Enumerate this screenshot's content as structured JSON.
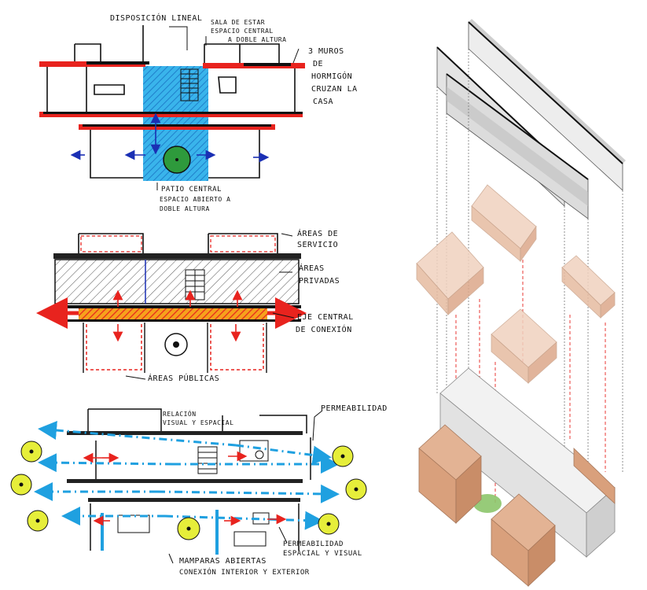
{
  "sketch1": {
    "label_linear": "Disposición lineal",
    "label_living_l1": "Sala de estar",
    "label_living_l2": "Espacio central",
    "label_living_l3": "a doble altura",
    "label_walls_l1": "3 Muros",
    "label_walls_l2": "de",
    "label_walls_l3": "Hormigón",
    "label_walls_l4": "Cruzan la",
    "label_walls_l5": "Casa",
    "label_patio_l1": "Patio central",
    "label_patio_l2": "Espacio abierto a",
    "label_patio_l3": "doble altura"
  },
  "sketch2": {
    "label_service_l1": "Áreas de",
    "label_service_l2": "servicio",
    "label_private_l1": "Áreas",
    "label_private_l2": "privadas",
    "label_axis_l1": "Eje central",
    "label_axis_l2": "de conexión",
    "label_public": "Áreas públicas"
  },
  "sketch3": {
    "label_permeability": "Permeabilidad",
    "label_relation_l1": "Relación",
    "label_relation_l2": "visual y espacial",
    "label_perm2_l1": "Permeabilidad",
    "label_perm2_l2": "espacial y visual",
    "label_screens_l1": "Mamparas abiertas",
    "label_screens_l2": "conexión interior y exterior"
  },
  "colors": {
    "wall_red": "#e8231e",
    "patio_blue": "#1fa0e0",
    "arrow_blue": "#1a2fb4",
    "tree_yellow": "#e6ee3a",
    "box_peach": "#e9c6b0",
    "box_brown": "#d9a07c",
    "green_disc": "#8cc56a"
  }
}
